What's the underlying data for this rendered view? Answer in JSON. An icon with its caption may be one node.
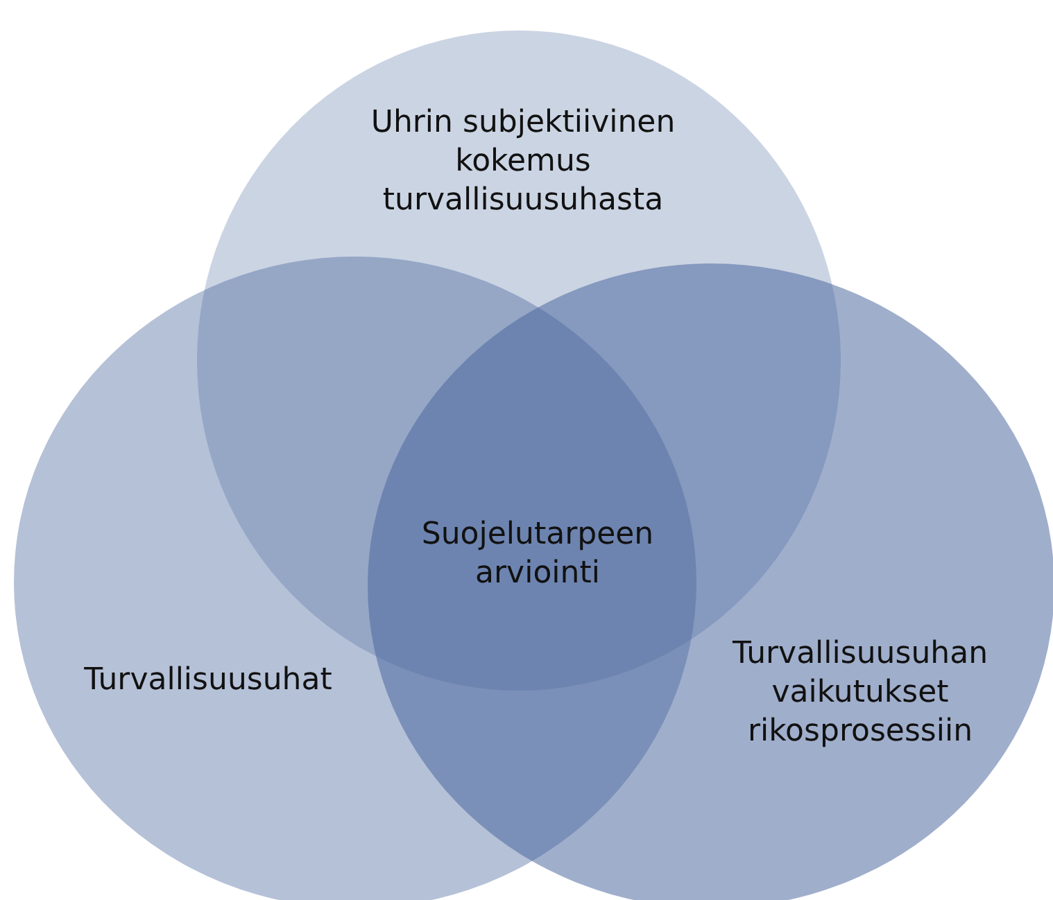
{
  "diagram": {
    "nodes": [
      {
        "text": [
          "Uhrin subjektiivinen kokemus turvallisuusuhasta"
        ]
      },
      {
        "text": [
          "Turvallisuusuhat"
        ]
      },
      {
        "text": [
          "Turvallisuusuhan vaikutukset rikosprosessiin"
        ]
      }
    ],
    "edges": [],
    "labels": [
      "Suojelutarpeen arviointi"
    ]
  }
}
